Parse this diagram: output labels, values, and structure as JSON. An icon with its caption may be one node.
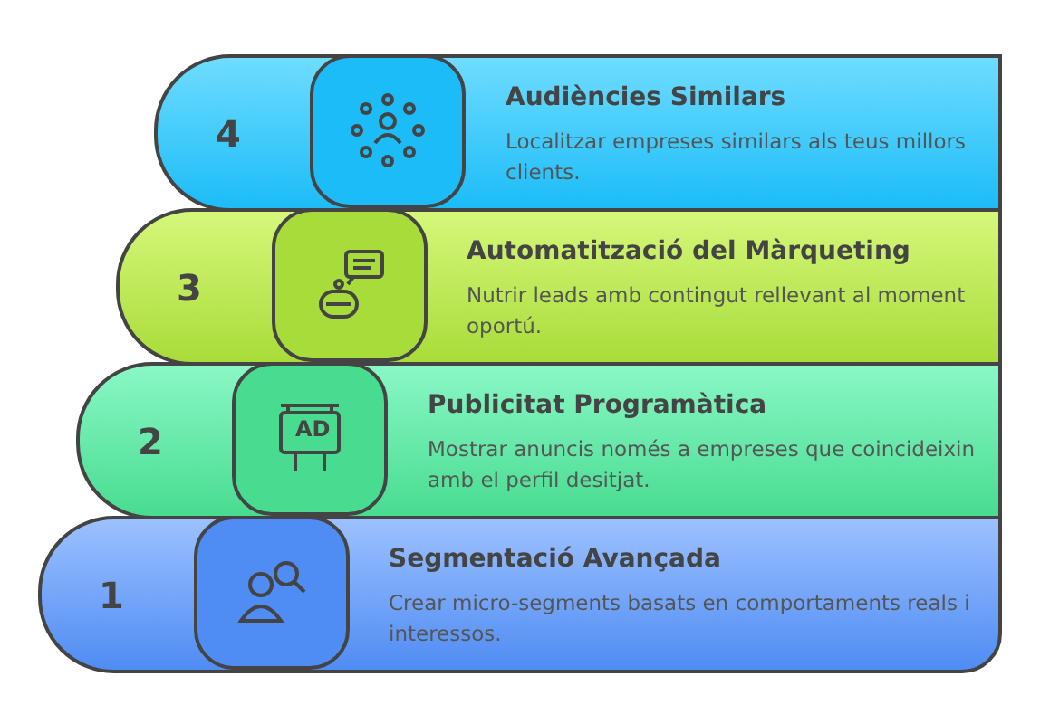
{
  "diagram": {
    "nodes": [
      {
        "text": [
          "4",
          "Audiències Similars",
          "Localitzar empreses similars als teus millors clients."
        ]
      },
      {
        "text": [
          "3",
          "Automatització del Màrqueting",
          "Nutrir leads amb contingut rellevant al moment oportú."
        ]
      },
      {
        "text": [
          "2",
          "Publicitat Programàtica",
          "Mostrar anuncis només a empreses que coincideixin amb el perfil desitjat."
        ]
      },
      {
        "text": [
          "1",
          "Segmentació Avançada",
          "Crear micro-segments basats en comportaments reals i interessos."
        ]
      }
    ],
    "labels": [
      "AD"
    ]
  }
}
